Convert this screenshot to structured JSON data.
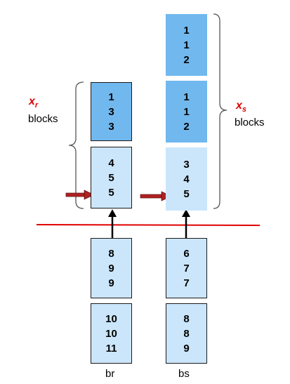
{
  "colors": {
    "block_dark": "#71b8ee",
    "block_light": "#cbe6fb",
    "divider": "#e00000",
    "arrow_fill": "#b02222",
    "label_red": "#e00000"
  },
  "labels": {
    "xr_symbol": "x",
    "xr_sub": "r",
    "xr_text": "blocks",
    "xs_symbol": "x",
    "xs_sub": "s",
    "xs_text": "blocks",
    "br": "br",
    "bs": "bs"
  },
  "blocks": [
    {
      "id": "r1",
      "values": [
        "1",
        "3",
        "3"
      ],
      "style": "dark-blue"
    },
    {
      "id": "r2",
      "values": [
        "4",
        "5",
        "5"
      ],
      "style": "light-blue-bordered"
    },
    {
      "id": "r3",
      "values": [
        "8",
        "9",
        "9"
      ],
      "style": "light-blue-bordered"
    },
    {
      "id": "r4",
      "values": [
        "10",
        "10",
        "11"
      ],
      "style": "light-blue-bordered"
    },
    {
      "id": "s1",
      "values": [
        "1",
        "1",
        "2"
      ],
      "style": "dark-blue"
    },
    {
      "id": "s2",
      "values": [
        "1",
        "1",
        "2"
      ],
      "style": "dark-blue"
    },
    {
      "id": "s3",
      "values": [
        "3",
        "4",
        "5"
      ],
      "style": "light-blue"
    },
    {
      "id": "s4",
      "values": [
        "6",
        "7",
        "7"
      ],
      "style": "light-blue-bordered"
    },
    {
      "id": "s5",
      "values": [
        "8",
        "8",
        "9"
      ],
      "style": "light-blue-bordered"
    }
  ],
  "markers": [
    {
      "block": "r2",
      "index": 2,
      "icon": "right-arrow-icon"
    },
    {
      "block": "s3",
      "index": 2,
      "icon": "right-arrow-icon"
    }
  ]
}
